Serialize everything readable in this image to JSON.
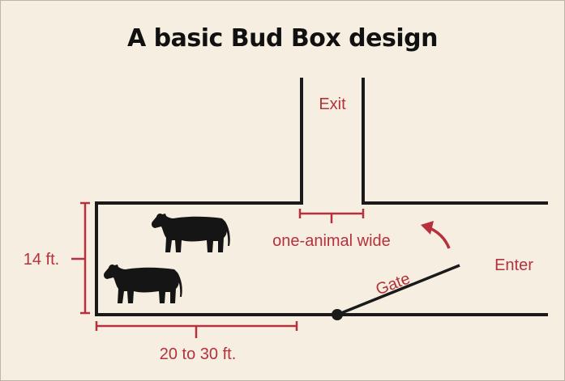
{
  "title": "A basic Bud Box design",
  "labels": {
    "exit": "Exit",
    "one_animal_wide": "one-animal wide",
    "enter": "Enter",
    "gate": "Gate",
    "width": "14 ft.",
    "length": "20 to 30 ft."
  },
  "colors": {
    "background": "#f6efe1",
    "walls": "#1a1a1a",
    "accent": "#b5313b"
  }
}
